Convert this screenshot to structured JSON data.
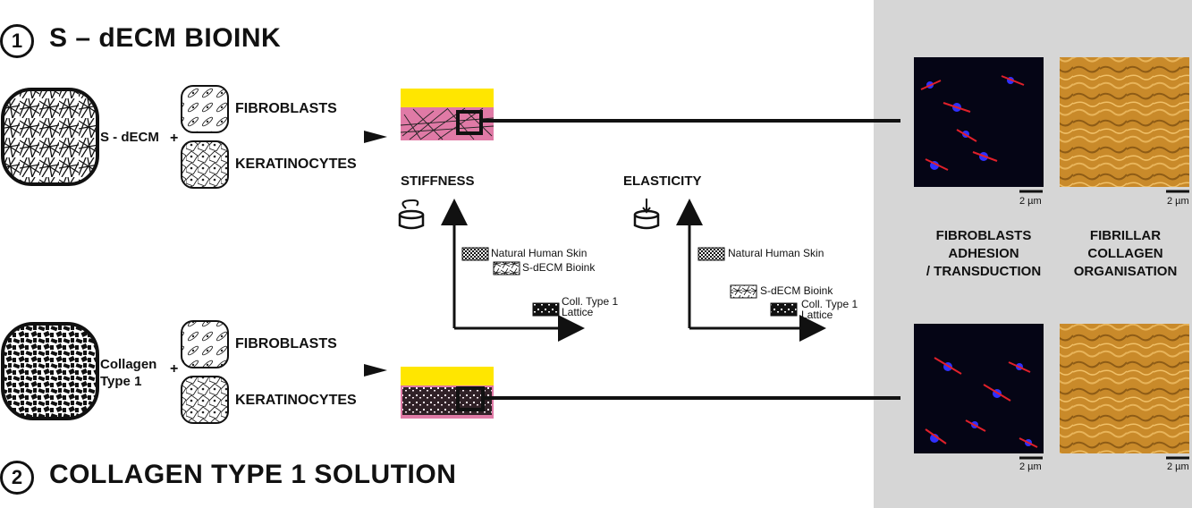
{
  "sections": {
    "s_decm": {
      "number": "1",
      "title": "S – dECM BIOINK"
    },
    "collagen": {
      "number": "2",
      "title": "COLLAGEN TYPE 1 SOLUTION"
    }
  },
  "inputs": {
    "top_material": "S - dECM",
    "bottom_material_line1": "Collagen",
    "bottom_material_line2": "Type 1",
    "plus": "+",
    "cell_fibroblasts": "FIBROBLASTS",
    "cell_keratinocytes": "KERATINOCYTES"
  },
  "plots": {
    "stiffness": {
      "title": "STIFFNESS",
      "entries": [
        "Natural Human Skin",
        "S-dECM Bioink",
        "Coll. Type 1",
        "Lattice"
      ]
    },
    "elasticity": {
      "title": "ELASTICITY",
      "entries": [
        "Natural Human Skin",
        "S-dECM Bioink",
        "Coll. Type 1",
        "Lattice"
      ]
    }
  },
  "panel": {
    "col1_line1": "FIBROBLASTS",
    "col1_line2": "ADHESION",
    "col1_line3": "/ TRANSDUCTION",
    "col2_line1": "FIBRILLAR",
    "col2_line2": "COLLAGEN",
    "col2_line3": "ORGANISATION",
    "scale": "2 µm"
  },
  "colors": {
    "yellow_layer": "#ffe600",
    "pink_layer": "#e07aa6",
    "panel_bg": "#d6d6d6",
    "afm_gold": "#c98a2a",
    "fluor_red": "#e0202a",
    "fluor_blue": "#3030ff"
  }
}
